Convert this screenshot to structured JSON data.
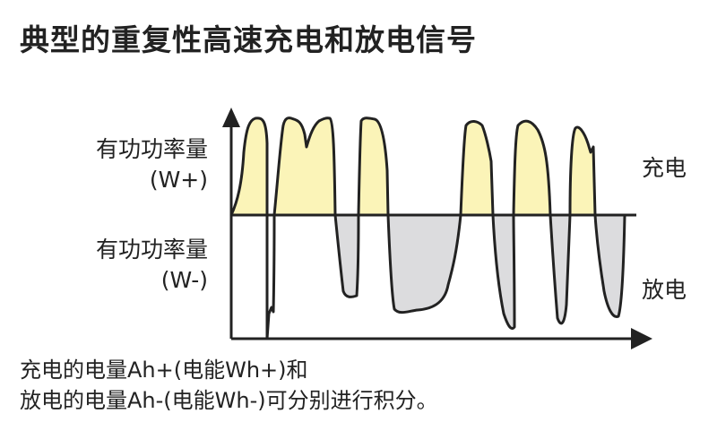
{
  "title": "典型的重复性高速充电和放电信号",
  "labels": {
    "positive_line1": "有功功率量",
    "positive_line2": "(W+)",
    "negative_line1": "有功功率量",
    "negative_line2": "(W-)",
    "charge": "充电",
    "discharge": "放电"
  },
  "caption": {
    "line1": "充电的电量Ah+(电能Wh+)和",
    "line2": "放电的电量Ah-(电能Wh-)可分别进行积分。"
  },
  "colors": {
    "charge_fill": "#fbf4b8",
    "discharge_fill": "#dcdcde",
    "line": "#222222"
  },
  "icons": {
    "x_axis_end": "arrow-right-icon",
    "y_axis_end": "arrow-up-icon"
  }
}
